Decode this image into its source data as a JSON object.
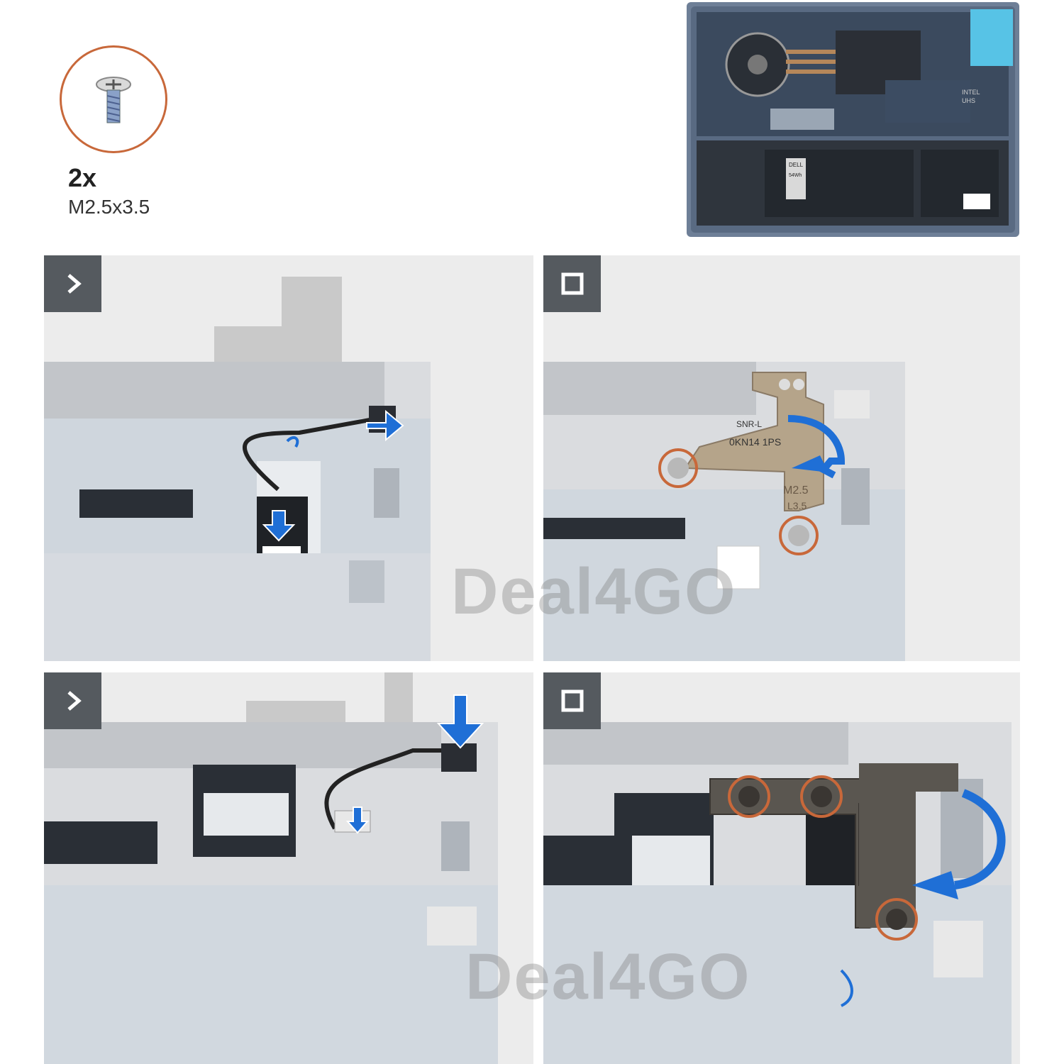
{
  "screw": {
    "count": "2x",
    "size": "M2.5x3.5"
  },
  "overview": {
    "battery_brand": "DELL",
    "battery_capacity": "54Wh",
    "chip_label_1": "INTEL",
    "chip_label_2": "UHS"
  },
  "steps": [
    {
      "badge_icon": "chevron-right-icon"
    },
    {
      "badge_icon": "square-icon",
      "hinge_text_1": "SNR-L",
      "hinge_text_2": "0KN14 1PS",
      "hinge_text_3": "M2.5",
      "hinge_text_4": "L3.5"
    },
    {
      "badge_icon": "chevron-right-icon"
    },
    {
      "badge_icon": "square-icon"
    }
  ],
  "watermark": "Deal4GO",
  "colors": {
    "badge": "#555a5f",
    "arrow": "#1f6fd6",
    "screw_ring": "#c8683a",
    "hinge": "#5a5650"
  }
}
